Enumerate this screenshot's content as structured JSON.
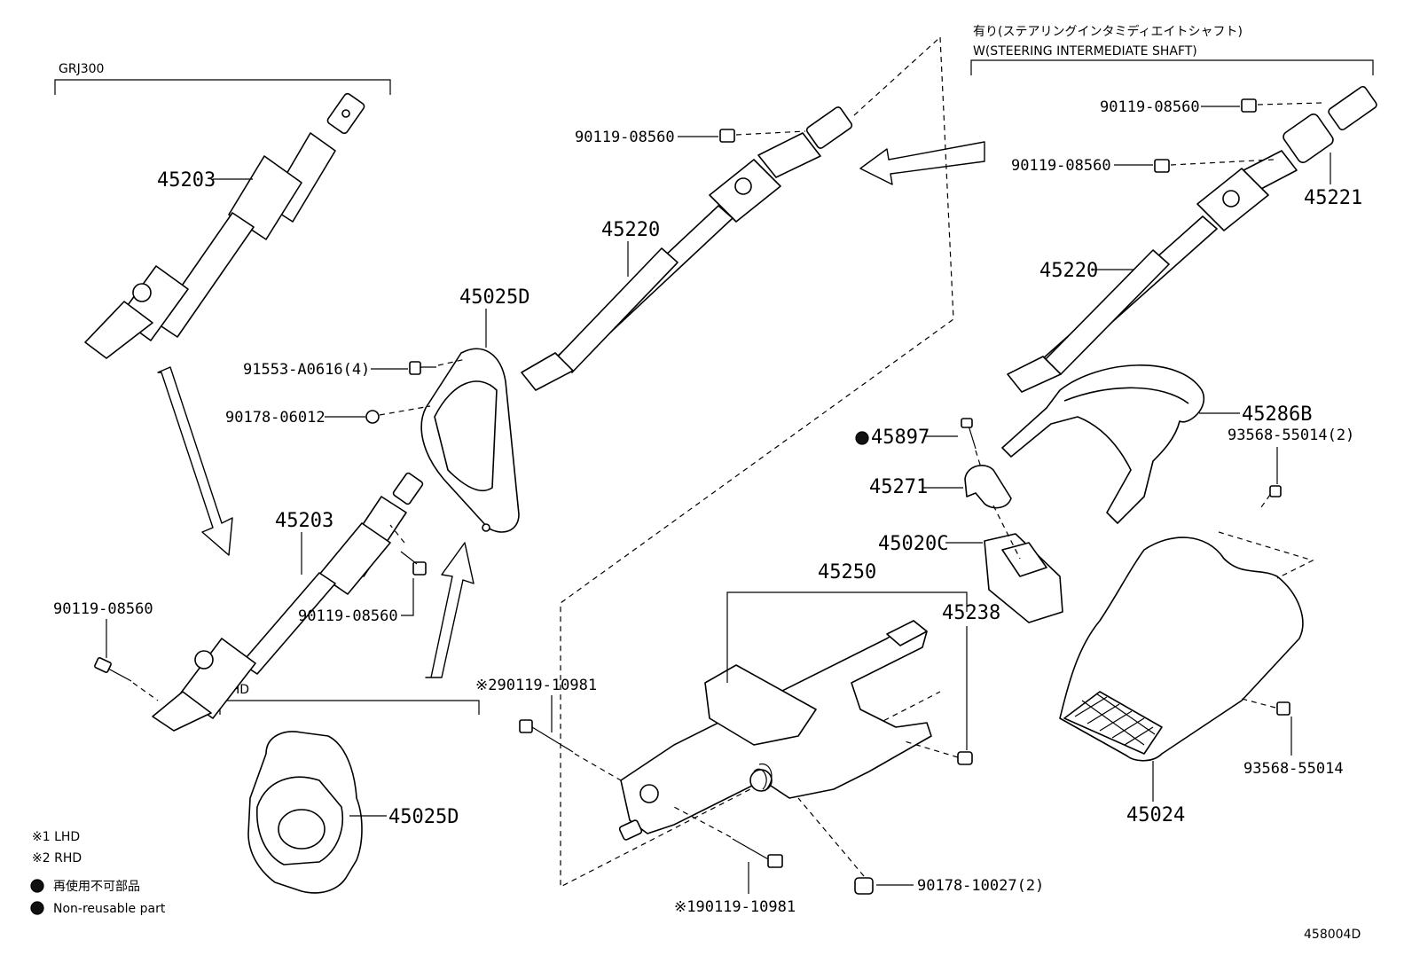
{
  "headers": {
    "grj300": "GRJ300",
    "rhd": "RHD",
    "steering_jp": "有り(ステアリングインタミディエイトシャフト)",
    "steering_en": "W(STEERING INTERMEDIATE SHAFT)"
  },
  "part_numbers": {
    "p45203_top": "45203",
    "p45203_mid": "45203",
    "p45220_mid": "45220",
    "p45220_right": "45220",
    "p45221": "45221",
    "p45025D_top": "45025D",
    "p45025D_bottom": "45025D",
    "p91553": "91553-A0616(4)",
    "p90178_06012": "90178-06012",
    "p90119_a": "90119-08560",
    "p90119_b": "90119-08560",
    "p90119_c": "90119-08560",
    "p90119_d": "90119-08560",
    "p90119_e": "90119-08560",
    "p45897": "45897",
    "p45271": "45271",
    "p45020C": "45020C",
    "p45250": "45250",
    "p45238": "45238",
    "p45286B": "45286B",
    "p93568_2": "93568-55014(2)",
    "p93568": "93568-55014",
    "p45024": "45024",
    "p90119_10981_rhd": "※290119-10981",
    "p90119_10981_lhd": "※190119-10981",
    "p90178_10027": "90178-10027(2)"
  },
  "legend": {
    "lhd": "※1 LHD",
    "rhd": "※2 RHD",
    "nonreusable_jp": "再使用不可部品",
    "nonreusable_en": "Non-reusable part"
  },
  "diagram_id": "458004D"
}
